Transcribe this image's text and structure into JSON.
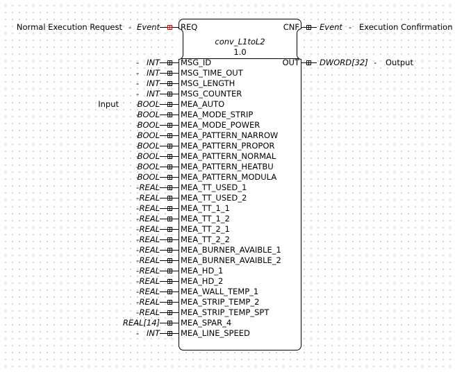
{
  "block": {
    "name": "conv_L1toL2",
    "version": "1.0"
  },
  "event_inputs": [
    {
      "port": "REQ",
      "type": "Event",
      "dash": "-",
      "comment": "Normal Execution Request"
    }
  ],
  "event_outputs": [
    {
      "port": "CNF",
      "type": "Event",
      "dash": "-",
      "comment": "Execution Confirmation"
    }
  ],
  "data_outputs": [
    {
      "port": "OUT",
      "type": "DWORD[32]",
      "dash": "-",
      "comment": "Output"
    }
  ],
  "data_inputs": [
    {
      "port": "MSG_ID",
      "type": "INT",
      "dash": "-",
      "comment": ""
    },
    {
      "port": "MSG_TIME_OUT",
      "type": "INT",
      "dash": "-",
      "comment": ""
    },
    {
      "port": "MSG_LENGTH",
      "type": "INT",
      "dash": "-",
      "comment": ""
    },
    {
      "port": "MSG_COUNTER",
      "type": "INT",
      "dash": "-",
      "comment": ""
    },
    {
      "port": "MEA_AUTO",
      "type": "BOOL",
      "dash": "-",
      "comment": "Input"
    },
    {
      "port": "MEA_MODE_STRIP",
      "type": "BOOL",
      "dash": "-",
      "comment": ""
    },
    {
      "port": "MEA_MODE_POWER",
      "type": "BOOL",
      "dash": "-",
      "comment": ""
    },
    {
      "port": "MEA_PATTERN_NARROW",
      "type": "BOOL",
      "dash": "-",
      "comment": ""
    },
    {
      "port": "MEA_PATTERN_PROPOR",
      "type": "BOOL",
      "dash": "-",
      "comment": ""
    },
    {
      "port": "MEA_PATTERN_NORMAL",
      "type": "BOOL",
      "dash": "-",
      "comment": ""
    },
    {
      "port": "MEA_PATTERN_HEATBU",
      "type": "BOOL",
      "dash": "-",
      "comment": ""
    },
    {
      "port": "MEA_PATTERN_MODULA",
      "type": "BOOL",
      "dash": "-",
      "comment": ""
    },
    {
      "port": "MEA_TT_USED_1",
      "type": "REAL",
      "dash": "-",
      "comment": ""
    },
    {
      "port": "MEA_TT_USED_2",
      "type": "REAL",
      "dash": "-",
      "comment": ""
    },
    {
      "port": "MEA_TT_1_1",
      "type": "REAL",
      "dash": "-",
      "comment": ""
    },
    {
      "port": "MEA_TT_1_2",
      "type": "REAL",
      "dash": "-",
      "comment": ""
    },
    {
      "port": "MEA_TT_2_1",
      "type": "REAL",
      "dash": "-",
      "comment": ""
    },
    {
      "port": "MEA_TT_2_2",
      "type": "REAL",
      "dash": "-",
      "comment": ""
    },
    {
      "port": "MEA_BURNER_AVAIBLE_1",
      "type": "REAL",
      "dash": "-",
      "comment": ""
    },
    {
      "port": "MEA_BURNER_AVAIBLE_2",
      "type": "REAL",
      "dash": "-",
      "comment": ""
    },
    {
      "port": "MEA_HD_1",
      "type": "REAL",
      "dash": "-",
      "comment": ""
    },
    {
      "port": "MEA_HD_2",
      "type": "REAL",
      "dash": "-",
      "comment": ""
    },
    {
      "port": "MEA_WALL_TEMP_1",
      "type": "REAL",
      "dash": "-",
      "comment": ""
    },
    {
      "port": "MEA_STRIP_TEMP_2",
      "type": "REAL",
      "dash": "-",
      "comment": ""
    },
    {
      "port": "MEA_STRIP_TEMP_SPT",
      "type": "REAL",
      "dash": "-",
      "comment": ""
    },
    {
      "port": "MEA_SPAR_4",
      "type": "REAL[14]",
      "dash": "-",
      "comment": ""
    },
    {
      "port": "MEA_LINE_SPEED",
      "type": "INT",
      "dash": "-",
      "comment": ""
    }
  ]
}
